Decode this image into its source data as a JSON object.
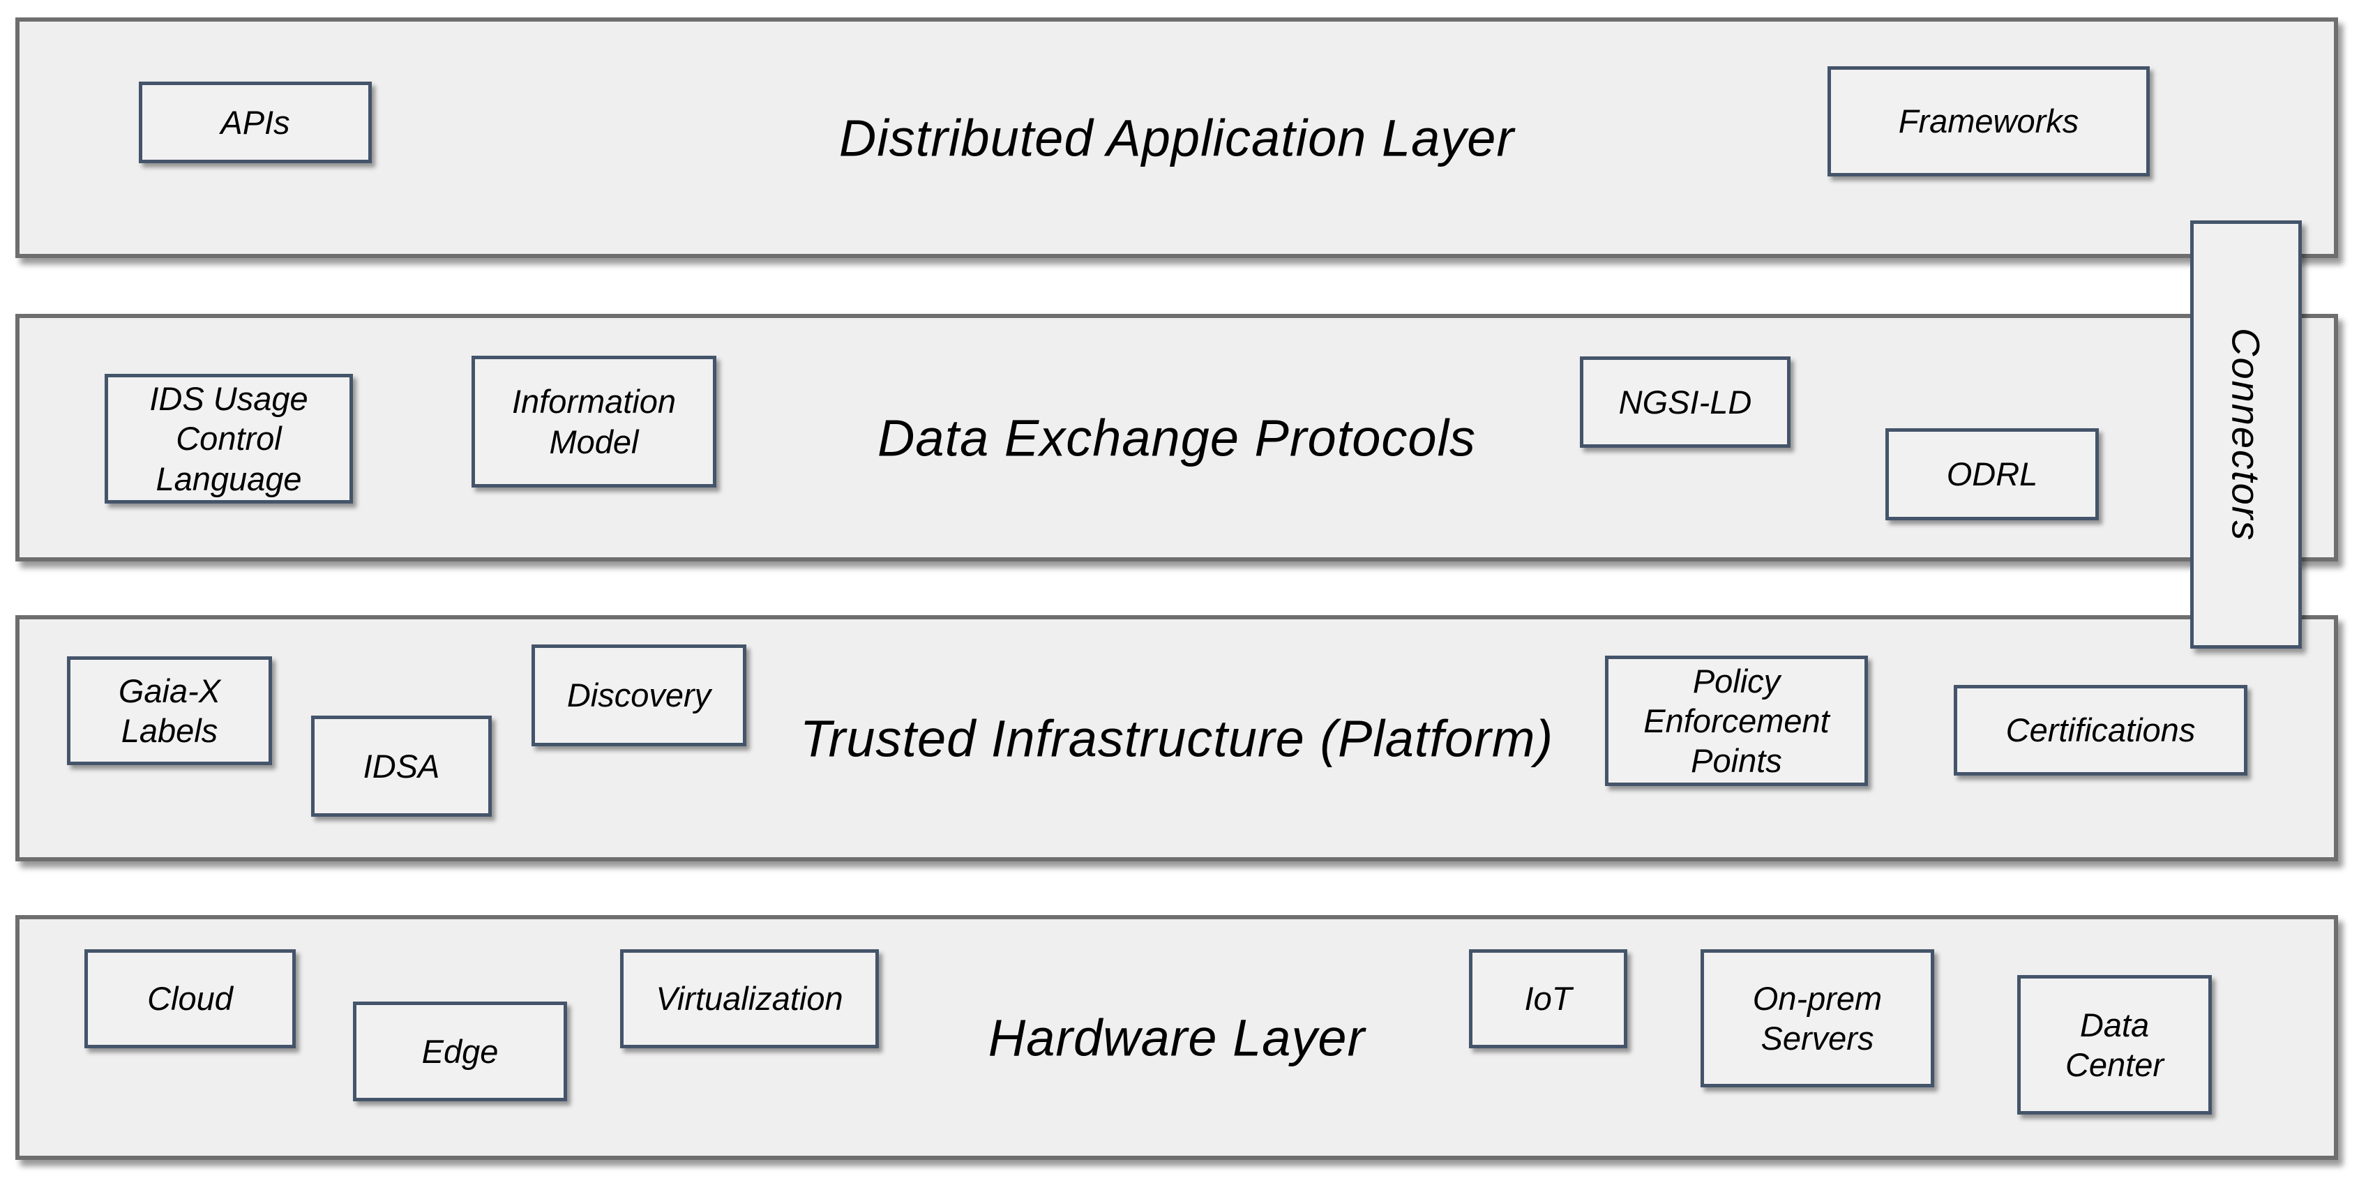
{
  "diagram": {
    "layers": [
      {
        "title": "Distributed Application Layer",
        "boxes": [
          {
            "label": "APIs"
          },
          {
            "label": "Frameworks"
          }
        ]
      },
      {
        "title": "Data Exchange Protocols",
        "boxes": [
          {
            "label": "IDS Usage\nControl\nLanguage"
          },
          {
            "label": "Information\nModel"
          },
          {
            "label": "NGSI-LD"
          },
          {
            "label": "ODRL"
          }
        ]
      },
      {
        "title": "Trusted Infrastructure (Platform)",
        "boxes": [
          {
            "label": "Gaia-X\nLabels"
          },
          {
            "label": "IDSA"
          },
          {
            "label": "Discovery"
          },
          {
            "label": "Policy\nEnforcement\nPoints"
          },
          {
            "label": "Certifications"
          }
        ]
      },
      {
        "title": "Hardware Layer",
        "boxes": [
          {
            "label": "Cloud"
          },
          {
            "label": "Edge"
          },
          {
            "label": "Virtualization"
          },
          {
            "label": "IoT"
          },
          {
            "label": "On-prem\nServers"
          },
          {
            "label": "Data\nCenter"
          }
        ]
      }
    ],
    "connector": {
      "label": "Connectors"
    },
    "colors": {
      "layer_fill": "#efefef",
      "layer_border": "#6e6e6e",
      "box_fill": "#f1f1f1",
      "box_border": "#44546a",
      "text": "#000000"
    }
  }
}
